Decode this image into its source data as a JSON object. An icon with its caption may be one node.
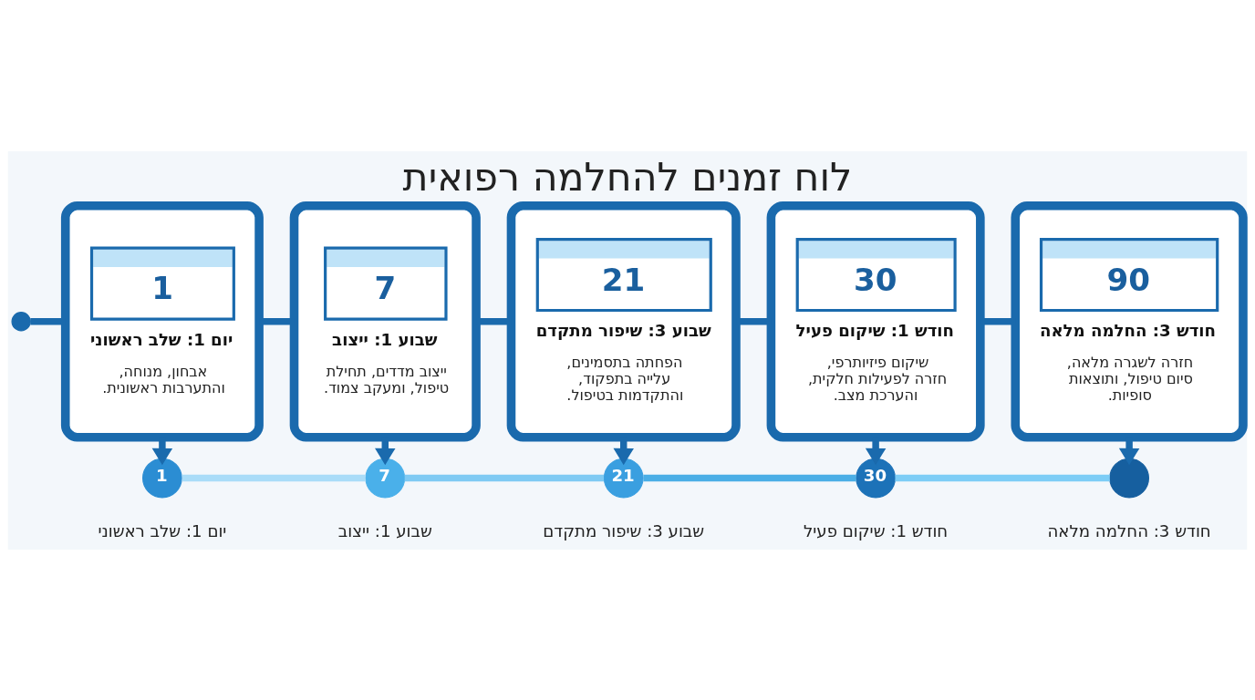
{
  "diagram": {
    "title": "לוח זמנים להחלמה רפואית",
    "nodes": [
      {
        "text": [],
        "shape": "circle"
      },
      {
        "text": [
          "1",
          "יום 1: שלב ראשוני",
          "אבחון, מנוחה, והתערבות ראשונית."
        ]
      },
      {
        "text": [
          "7",
          "שבוע 1: ייצוב",
          "ייצוב מדדים, תחילת טיפול, ומעקב צמוד."
        ]
      },
      {
        "text": [
          "21",
          "שבוע 3: שיפור מתקדם",
          "הפחתה בתסמינים, עלייה בתפקוד, והתקדמות בטיפול."
        ]
      },
      {
        "text": [
          "30",
          "חודש 1: שיקום פעיל",
          "שיקום פיזיותרפי, חזרה לפעילות חלקית, והערכת מצב."
        ]
      },
      {
        "text": [
          "90",
          "חודש 3: החלמה מלאה",
          "חזרה לשגרה מלאה, סיום טיפול, ותוצאות סופיות."
        ]
      },
      {
        "text": [
          "1"
        ],
        "beside": [
          "יום 1: שלב ראשוני"
        ]
      },
      {
        "text": [
          "7"
        ],
        "beside": [
          "שבוע 1: ייצוב"
        ]
      },
      {
        "text": [
          "21"
        ],
        "beside": [
          "שבוע 3: שיפור מתקדם"
        ]
      },
      {
        "text": [
          "30"
        ],
        "beside": [
          "חודש 1: שיקום פעיל"
        ]
      },
      {
        "text": [],
        "shape": "circle",
        "beside": [
          "חודש 3: החלמה מלאה"
        ]
      }
    ],
    "edges": [
      {
        "from": 0,
        "to": 1,
        "arrow": "none"
      },
      {
        "from": 1,
        "to": 2,
        "arrow": "none"
      },
      {
        "from": 2,
        "to": 3,
        "arrow": "none"
      },
      {
        "from": 3,
        "to": 4,
        "arrow": "none"
      },
      {
        "from": 4,
        "to": 5,
        "arrow": "none"
      },
      {
        "from": 1,
        "to": 6,
        "arrow": "to"
      },
      {
        "from": 2,
        "to": 7,
        "arrow": "to"
      },
      {
        "from": 3,
        "to": 8,
        "arrow": "to"
      },
      {
        "from": 4,
        "to": 9,
        "arrow": "to"
      },
      {
        "from": 5,
        "to": 10,
        "arrow": "to"
      },
      {
        "from": 6,
        "to": 7,
        "arrow": "none",
        "color": "#a9dcf8"
      },
      {
        "from": 7,
        "to": 8,
        "arrow": "none",
        "color": "#7fcaf3"
      },
      {
        "from": 8,
        "to": 9,
        "arrow": "none",
        "color": "#4aaee6"
      },
      {
        "from": 9,
        "to": 10,
        "arrow": "none",
        "color": "#7dcdf6"
      }
    ]
  }
}
